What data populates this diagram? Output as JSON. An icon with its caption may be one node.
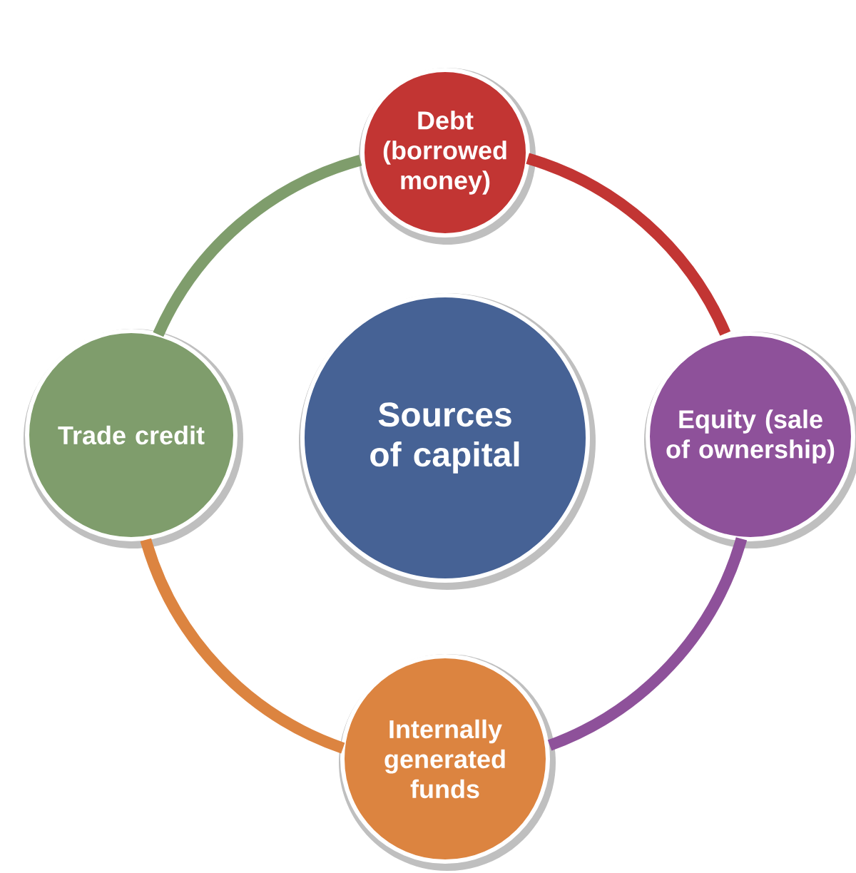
{
  "diagram": {
    "nodes": [
      {
        "text": [
          "Debt (borrowed money)"
        ]
      },
      {
        "text": [
          "Trade credit"
        ]
      },
      {
        "text": [
          "Sources of capital"
        ]
      },
      {
        "text": [
          "Equity (sale of ownership)"
        ]
      },
      {
        "text": [
          "Internally generated funds"
        ]
      }
    ],
    "edges": [
      {
        "from": 0,
        "to": 3,
        "arrow": "none",
        "color": "#c23533"
      },
      {
        "from": 3,
        "to": 4,
        "arrow": "none",
        "color": "#8e519a"
      },
      {
        "from": 4,
        "to": 1,
        "arrow": "none",
        "color": "#dc8440"
      },
      {
        "from": 1,
        "to": 0,
        "arrow": "none",
        "color": "#7f9d6c"
      }
    ]
  }
}
